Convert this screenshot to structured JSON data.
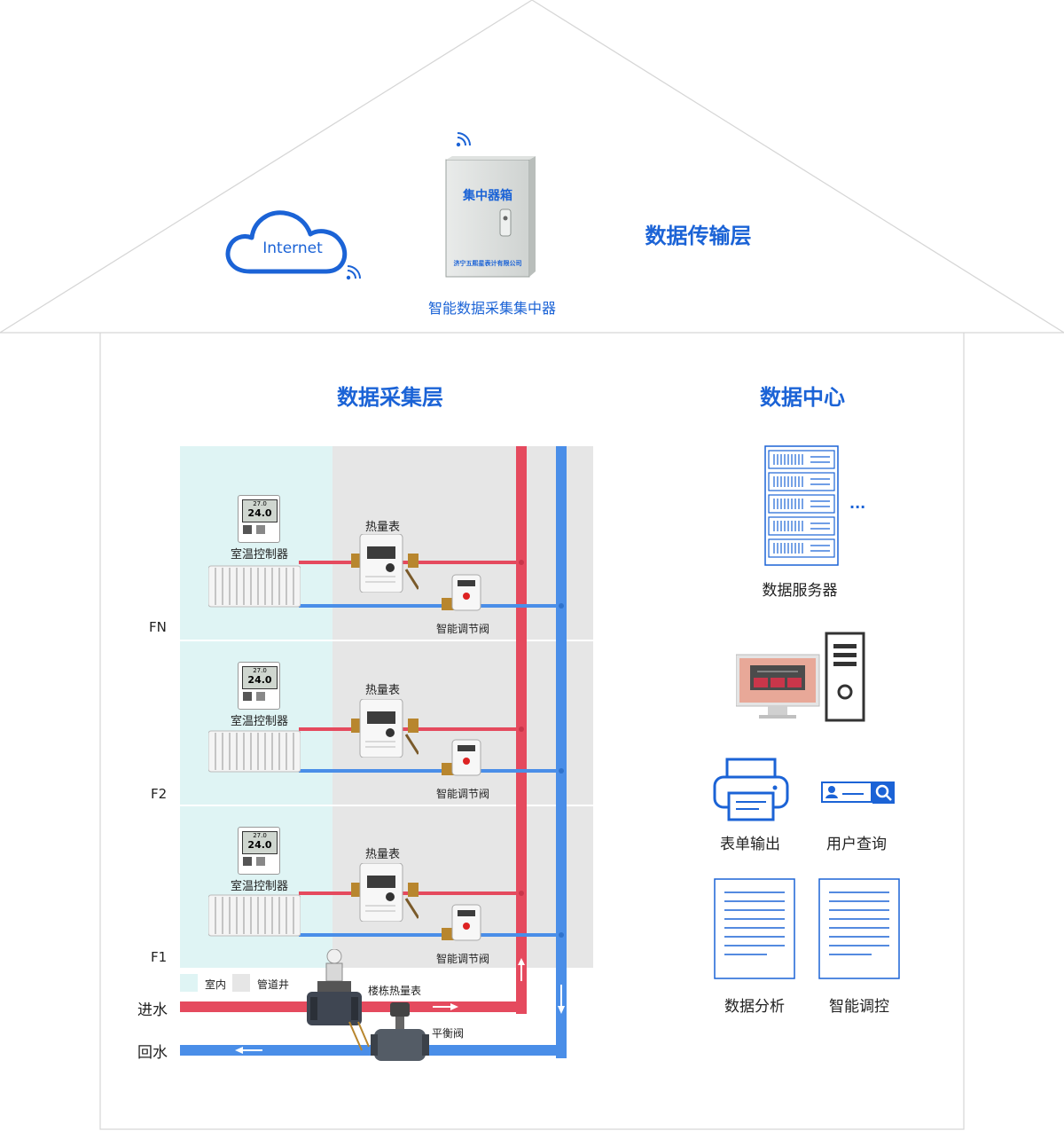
{
  "roof": {
    "cloud_label": "Internet",
    "box_title": "集中器箱",
    "box_plate": "济宁五熙星表计有限公司",
    "box_caption": "智能数据采集集中器",
    "layer_title": "数据传输层"
  },
  "collection": {
    "layer_title": "数据采集层",
    "floors": [
      {
        "label": "FN",
        "thermostat": "室温控制器",
        "heat_meter": "热量表",
        "valve": "智能调节阀",
        "display_top": "27.0",
        "display_main": "24.0"
      },
      {
        "label": "F2",
        "thermostat": "室温控制器",
        "heat_meter": "热量表",
        "valve": "智能调节阀",
        "display_top": "27.0",
        "display_main": "24.0"
      },
      {
        "label": "F1",
        "thermostat": "室温控制器",
        "heat_meter": "热量表",
        "valve": "智能调节阀",
        "display_top": "27.0",
        "display_main": "24.0"
      }
    ],
    "legend": {
      "indoor": "室内",
      "shaft": "管道井"
    },
    "building_meter": "楼栋热量表",
    "balance_valve": "平衡阀",
    "inlet": "进水",
    "return": "回水"
  },
  "datacenter": {
    "title": "数据中心",
    "server": "数据服务器",
    "ellipsis": "...",
    "report": "表单输出",
    "user_query": "用户查询",
    "analysis": "数据分析",
    "smart_control": "智能调控"
  },
  "colors": {
    "accent": "#1b63d6",
    "hot_pipe": "#e54a5e",
    "cold_pipe": "#4a8ee8",
    "indoor_bg": "#dff4f4",
    "shaft_bg": "#e6e6e6"
  }
}
